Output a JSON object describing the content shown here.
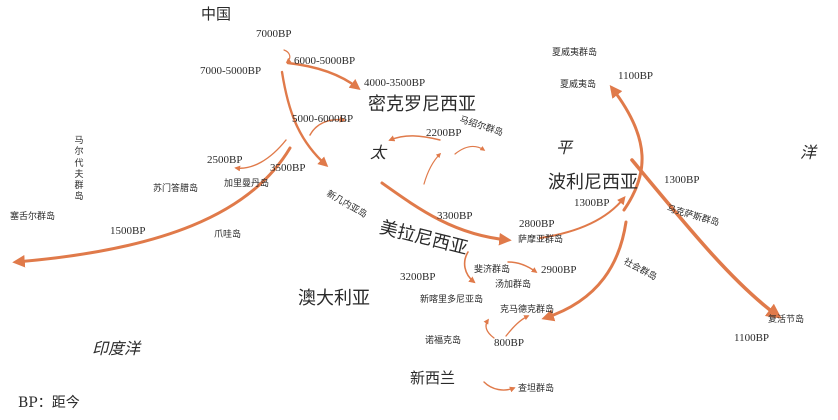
{
  "map": {
    "route_color": "#e07a4a",
    "labels": {
      "china": "中国",
      "micronesia": "密克罗尼西亚",
      "polynesia": "波利尼西亚",
      "melanesia": "美拉尼西亚",
      "australia": "澳大利亚",
      "new_zealand": "新西兰",
      "pacific_1": "太",
      "pacific_2": "平",
      "pacific_3": "洋",
      "indian_ocean": "印度洋",
      "hawaii_1": "夏威夷群岛",
      "hawaii_2": "夏威夷岛",
      "marshall": "马绍尔群岛",
      "maldives": "马尔代夫群岛",
      "seychelles": "塞舌尔群岛",
      "sumatra": "苏门答腊岛",
      "kalimantan": "加里曼丹岛",
      "java": "爪哇岛",
      "new_guinea": "新几内亚岛",
      "samoa": "萨摩亚群岛",
      "fiji": "斐济群岛",
      "tonga": "汤加群岛",
      "new_caledonia": "新喀里多尼亚岛",
      "kermadec": "克马德克群岛",
      "norfolk": "诺福克岛",
      "chatham": "查坦群岛",
      "society": "社会群岛",
      "marquesas": "马克萨斯群岛",
      "easter": "复活节岛"
    },
    "dates": {
      "d7000": "7000BP",
      "d7000_5000": "7000-5000BP",
      "d6000_5000": "6000-5000BP",
      "d4000_3500": "4000-3500BP",
      "d5000_6000": "5000-6000BP",
      "d2200": "2200BP",
      "d2500": "2500BP",
      "d3500": "3500BP",
      "d1500": "1500BP",
      "d3300": "3300BP",
      "d2800": "2800BP",
      "d1300a": "1300BP",
      "d1300b": "1300BP",
      "d1100a": "1100BP",
      "d1100b": "1100BP",
      "d2900": "2900BP",
      "d3200": "3200BP",
      "d800": "800BP"
    },
    "legend": "BP：距今"
  }
}
